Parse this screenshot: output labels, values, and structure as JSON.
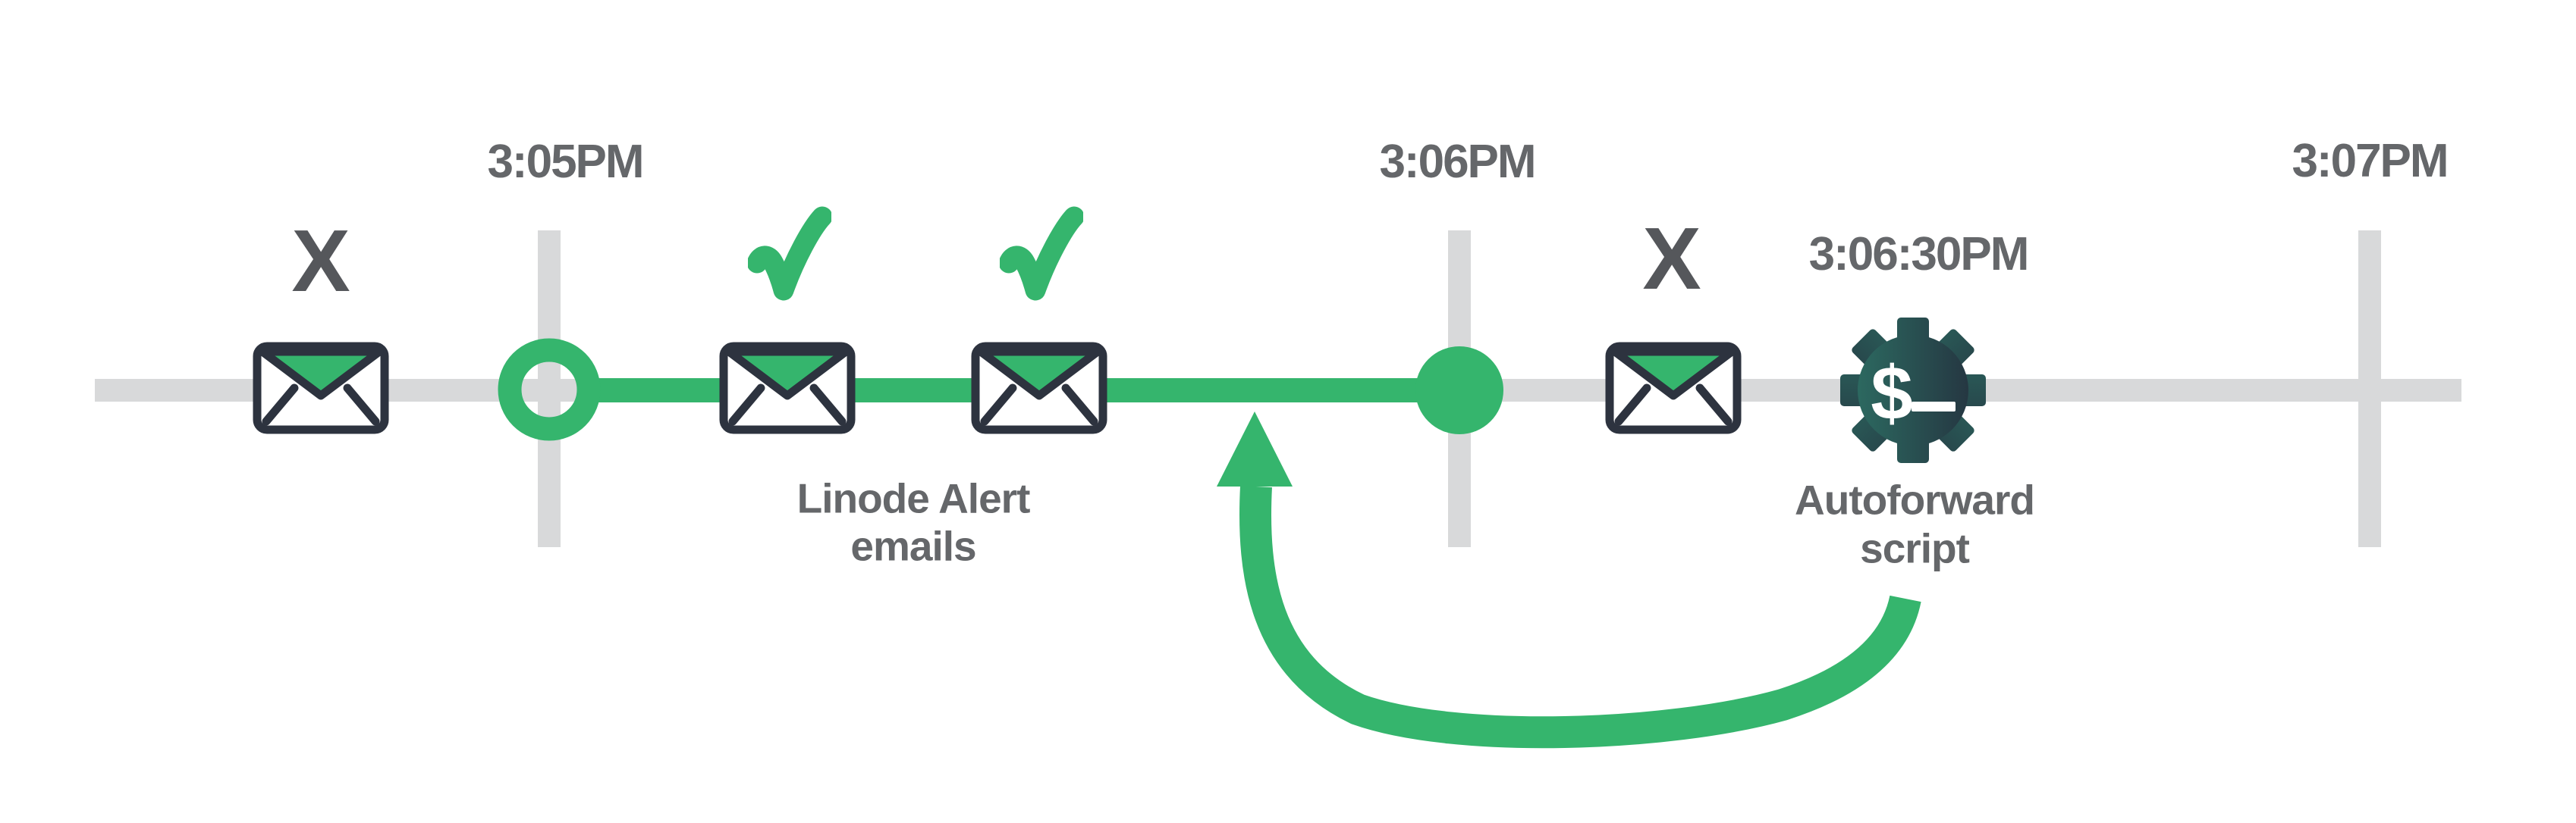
{
  "colors": {
    "green": "#35b56d",
    "track_gray": "#d8d9da",
    "label_gray": "#65676a",
    "x_mark_gray": "#55575b",
    "envelope_outline": "#2d333f",
    "gear_gradient_start": "#2d7165",
    "gear_gradient_end": "#242f3d",
    "gear_glyph_color": "#ffffff",
    "background": "#ffffff"
  },
  "timeline": {
    "tick_labels": [
      "3:05PM",
      "3:06PM",
      "3:07PM"
    ]
  },
  "markers": {
    "failed_1": "X",
    "failed_2": "X",
    "gear_prompt": "$"
  },
  "captions": {
    "alert_line1": "Linode Alert",
    "alert_line2": "emails",
    "script_time": "3:06:30PM",
    "script_line1": "Autoforward",
    "script_line2": "script"
  }
}
